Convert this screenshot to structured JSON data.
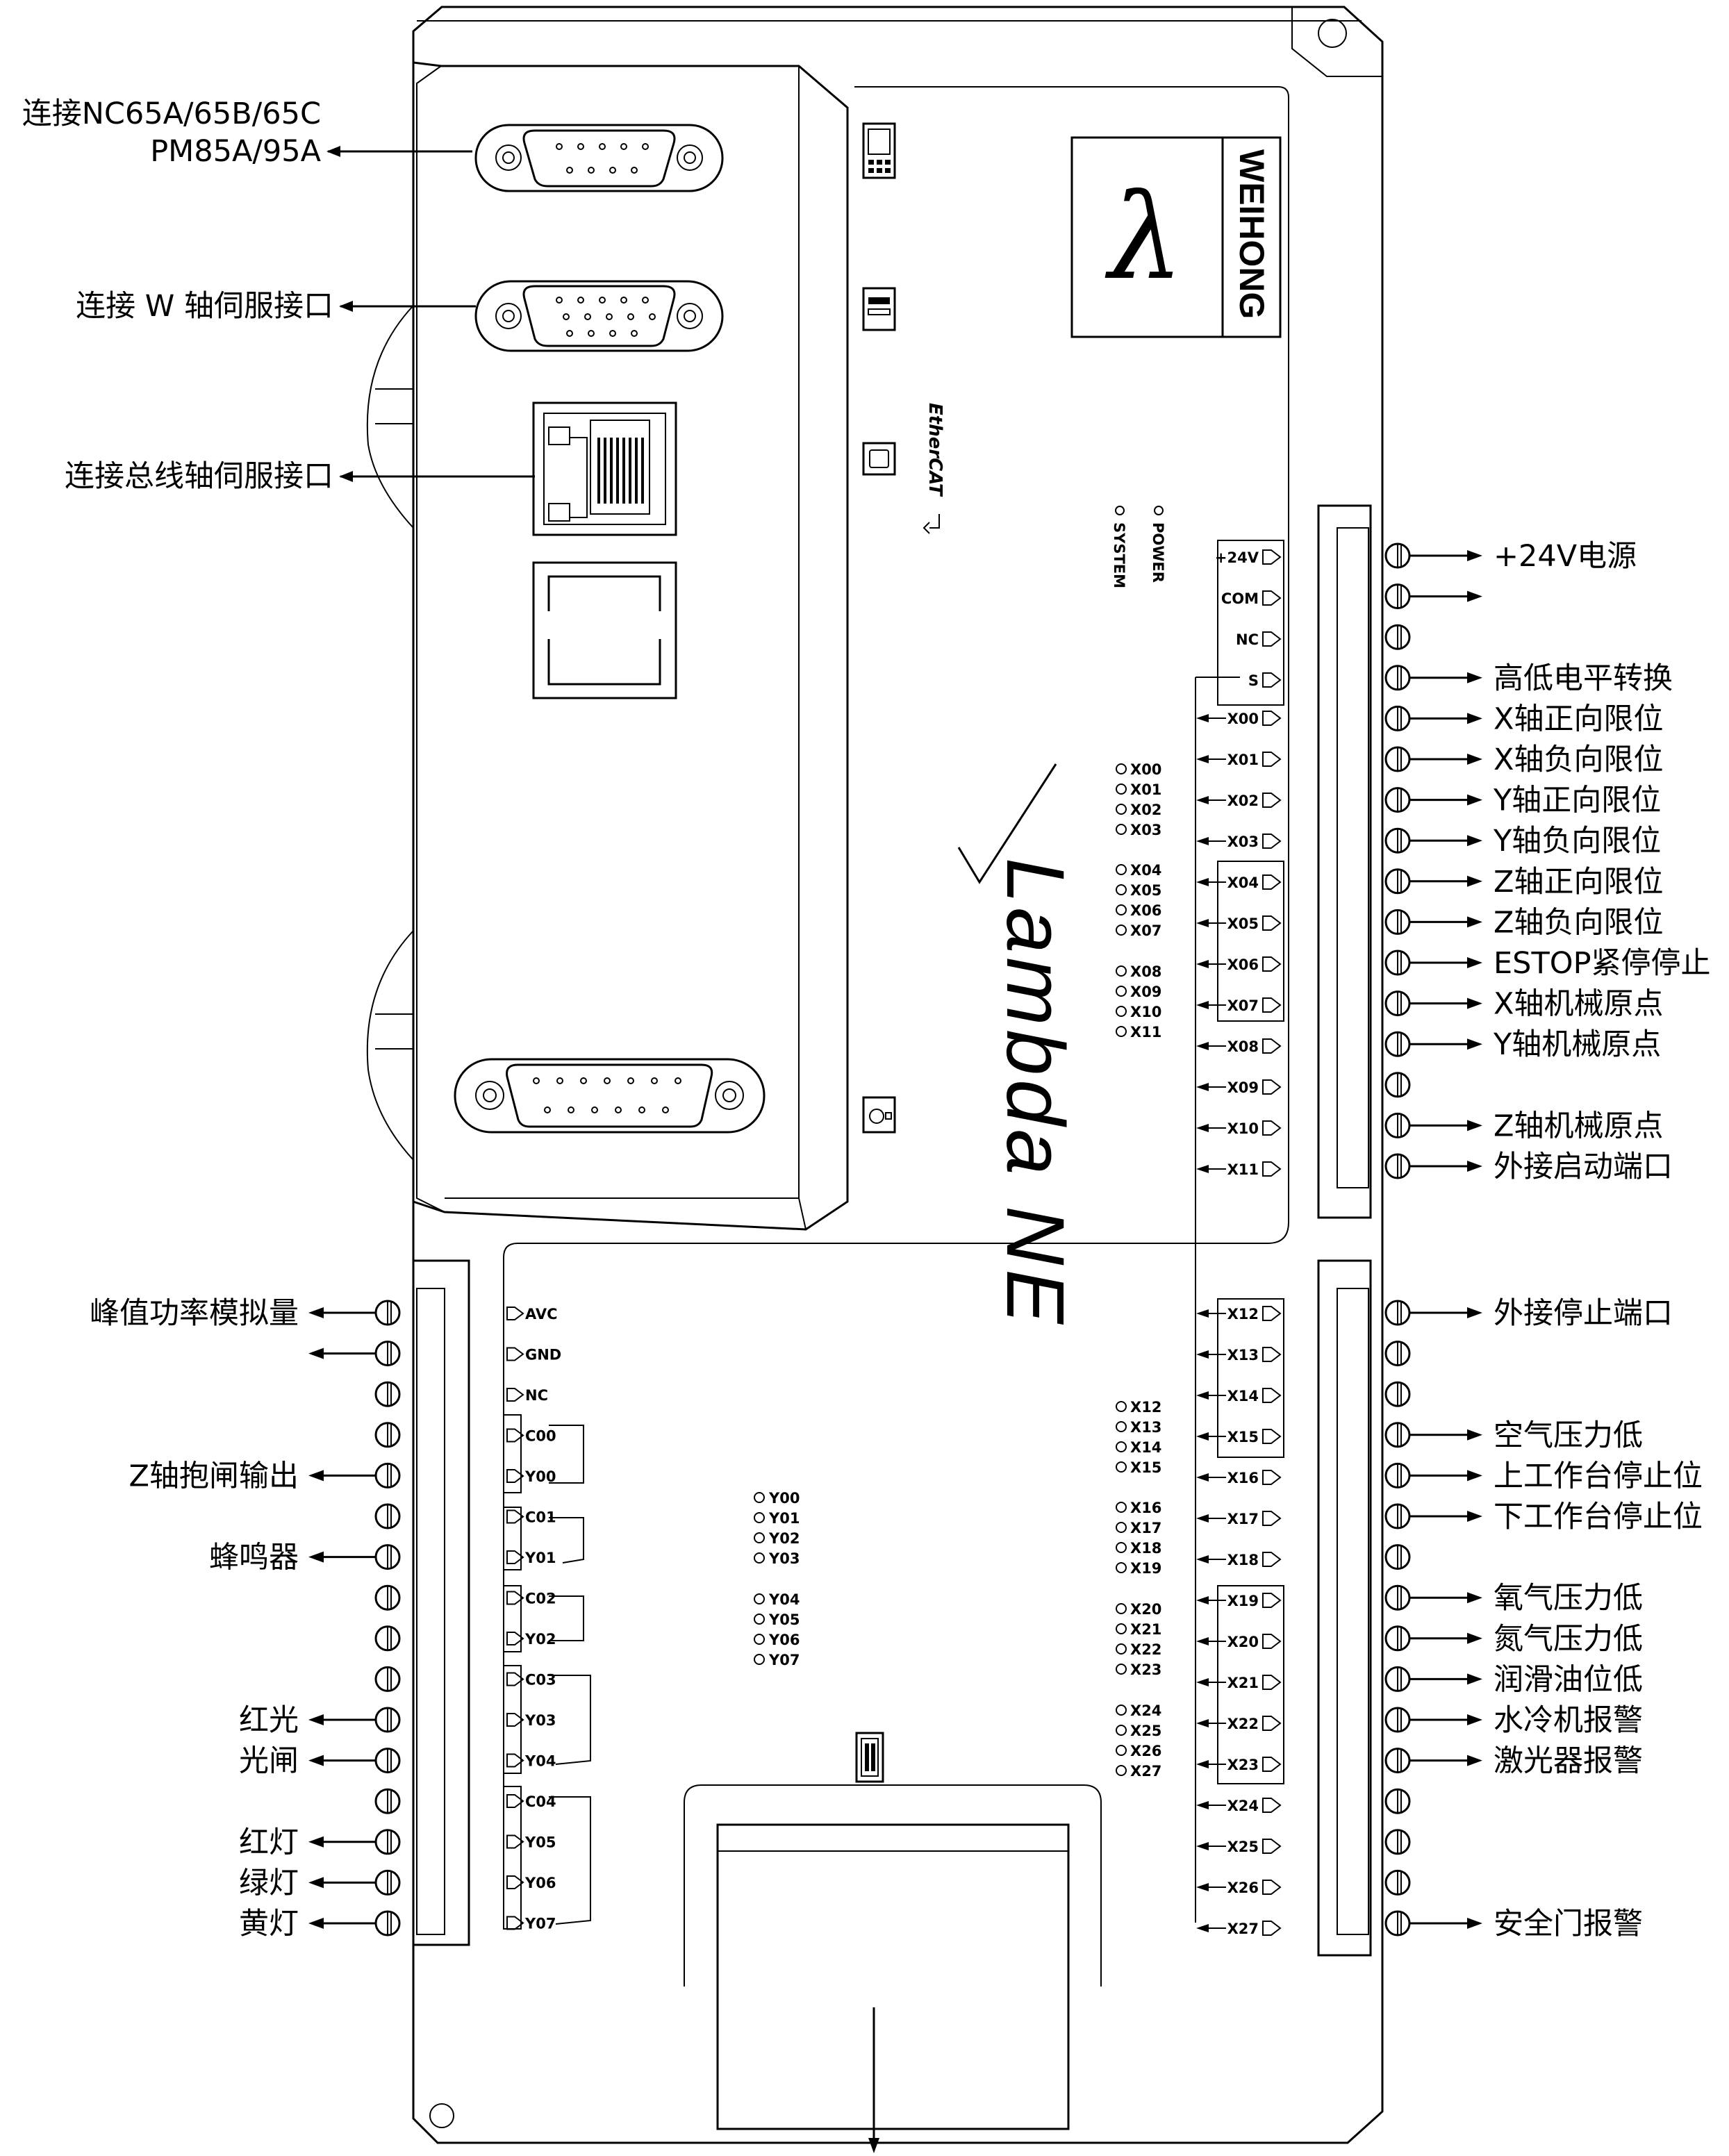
{
  "brand": {
    "logo_text": "WEIHONG",
    "lambda_symbol": "λ",
    "model_name": "Lambda NE",
    "ethercat_text": "EtherCAT"
  },
  "top_left_labels": [
    {
      "lines": [
        "连接NC65A/65B/65C",
        "PM85A/95A"
      ]
    },
    {
      "lines": [
        "连接 W 轴伺服接口"
      ]
    },
    {
      "lines": [
        "连接总线轴伺服接口"
      ]
    }
  ],
  "status_leds": [
    "POWER",
    "SYSTEM"
  ],
  "power_pins": [
    "+24V",
    "COM",
    "NC",
    "S"
  ],
  "input_pins_upper": [
    "X00",
    "X01",
    "X02",
    "X03",
    "X04",
    "X05",
    "X06",
    "X07",
    "X08",
    "X09",
    "X10",
    "X11"
  ],
  "input_pins_lower": [
    "X12",
    "X13",
    "X14",
    "X15",
    "X16",
    "X17",
    "X18",
    "X19",
    "X20",
    "X21",
    "X22",
    "X23",
    "X24",
    "X25",
    "X26",
    "X27"
  ],
  "input_led_groups": [
    [
      "X00",
      "X01",
      "X02",
      "X03"
    ],
    [
      "X04",
      "X05",
      "X06",
      "X07"
    ],
    [
      "X08",
      "X09",
      "X10",
      "X11"
    ],
    [
      "X12",
      "X13",
      "X14",
      "X15"
    ],
    [
      "X16",
      "X17",
      "X18",
      "X19"
    ],
    [
      "X20",
      "X21",
      "X22",
      "X23"
    ],
    [
      "X24",
      "X25",
      "X26",
      "X27"
    ]
  ],
  "output_led_groups": [
    [
      "Y00",
      "Y01",
      "Y02",
      "Y03"
    ],
    [
      "Y04",
      "Y05",
      "Y06",
      "Y07"
    ]
  ],
  "left_pins": [
    "AVC",
    "GND",
    "NC",
    "C00",
    "Y00",
    "C01",
    "Y01",
    "C02",
    "Y02",
    "C03",
    "Y03",
    "Y04",
    "C04",
    "Y05",
    "Y06",
    "Y07"
  ],
  "right_upper_labels": [
    "+24V电源",
    "",
    "",
    "高低电平转换",
    "X轴正向限位",
    "X轴负向限位",
    "Y轴正向限位",
    "Y轴负向限位",
    "Z轴正向限位",
    "Z轴负向限位",
    "ESTOP紧停停止",
    "X轴机械原点",
    "Y轴机械原点",
    "",
    "Z轴机械原点",
    "外接启动端口"
  ],
  "right_lower_labels": [
    "外接停止端口",
    "",
    "",
    "空气压力低",
    "上工作台停止位",
    "下工作台停止位",
    "",
    "氧气压力低",
    "氮气压力低",
    "润滑油位低",
    "水冷机报警",
    "激光器报警",
    "",
    "",
    "",
    "安全门报警"
  ],
  "left_labels": [
    "峰值功率模拟量",
    "",
    "",
    "",
    "Z轴抱闸输出",
    "",
    "蜂鸣器",
    "",
    "",
    "",
    "红光",
    "光闸",
    "",
    "红灯",
    "绿灯",
    "黄灯"
  ]
}
